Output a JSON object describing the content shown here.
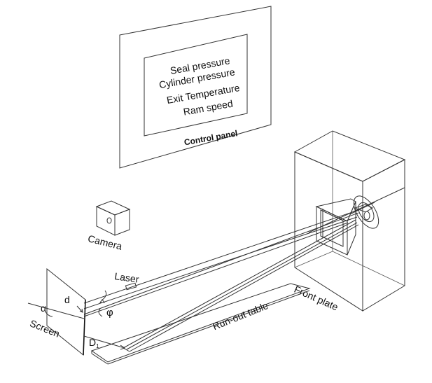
{
  "control_panel": {
    "items": [
      "Seal pressure",
      "Cylinder pressure",
      "Exit Temperature",
      "Ram speed"
    ],
    "caption": "Control panel"
  },
  "labels": {
    "camera": "Camera",
    "laser": "Laser",
    "front_plate": "Front plate",
    "runout_table": "Run-out table",
    "screen": "Screen",
    "alpha": "α",
    "phi": "φ",
    "d": "d",
    "D1_base": "D",
    "D1_sub": "1"
  },
  "colors": {
    "stroke": "#333333",
    "text": "#111111"
  }
}
